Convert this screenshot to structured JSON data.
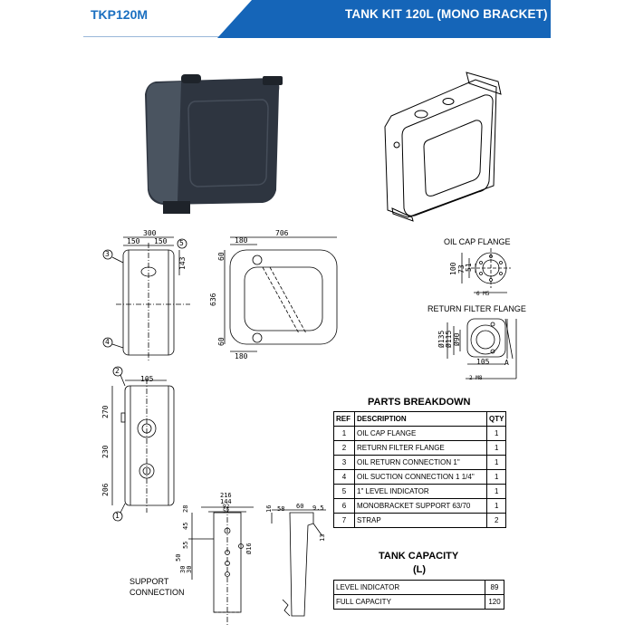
{
  "header": {
    "code": "TKP120M",
    "title": "TANK KIT 120L (MONO BRACKET)",
    "banner_color": "#1565b8",
    "code_color": "#1a6fc0"
  },
  "views": {
    "oil_cap_flange_label": "OIL CAP FLANGE",
    "return_filter_flange_label": "RETURN FILTER FLANGE",
    "support_connection_label": "SUPPORT CONNECTION"
  },
  "dimensions": {
    "side_width": "300",
    "side_half_left": "150",
    "side_half_right": "150",
    "side_143": "143",
    "front_width": "706",
    "front_180_top": "180",
    "front_180_bottom": "180",
    "front_60_top": "60",
    "front_60_bottom": "60",
    "front_height": "636",
    "end_105": "105",
    "end_270": "270",
    "end_230": "230",
    "end_206": "206",
    "oc_100": "100",
    "oc_73": "73",
    "oc_51": "51",
    "oc_thread": "6 M5",
    "rf_d135": "Ø135",
    "rf_d115": "Ø115",
    "rf_d90": "Ø90",
    "rf_105": "105",
    "rf_thread": "2 M8",
    "br_216": "216",
    "br_144": "144",
    "br_92": "92",
    "br_52": "52",
    "br_28": "28",
    "br_45": "45",
    "br_55": "55",
    "br_50": "50",
    "br_30a": "30",
    "br_30b": "30",
    "br_hole": "Ø16",
    "sp_16": "16",
    "sp_58": "58",
    "sp_60": "60",
    "sp_95": "9.5",
    "sp_13": "13",
    "callouts": [
      "1",
      "2",
      "3",
      "4",
      "5"
    ],
    "view_a": "A"
  },
  "parts": {
    "title": "PARTS BREAKDOWN",
    "headers": [
      "REF",
      "DESCRIPTION",
      "QTY"
    ],
    "rows": [
      {
        "ref": "1",
        "desc": "OIL CAP FLANGE",
        "qty": "1"
      },
      {
        "ref": "2",
        "desc": "RETURN FILTER FLANGE",
        "qty": "1"
      },
      {
        "ref": "3",
        "desc": "OIL RETURN CONNECTION 1\"",
        "qty": "1"
      },
      {
        "ref": "4",
        "desc": "OIL SUCTION CONNECTION 1 1/4\"",
        "qty": "1"
      },
      {
        "ref": "5",
        "desc": "1\" LEVEL INDICATOR",
        "qty": "1"
      },
      {
        "ref": "6",
        "desc": "MONOBRACKET SUPPORT 63/70",
        "qty": "1"
      },
      {
        "ref": "7",
        "desc": "STRAP",
        "qty": "2"
      }
    ]
  },
  "capacity": {
    "title": "TANK CAPACITY",
    "unit": "(L)",
    "rows": [
      {
        "label": "LEVEL INDICATOR",
        "value": "89"
      },
      {
        "label": "FULL CAPACITY",
        "value": "120"
      }
    ]
  }
}
